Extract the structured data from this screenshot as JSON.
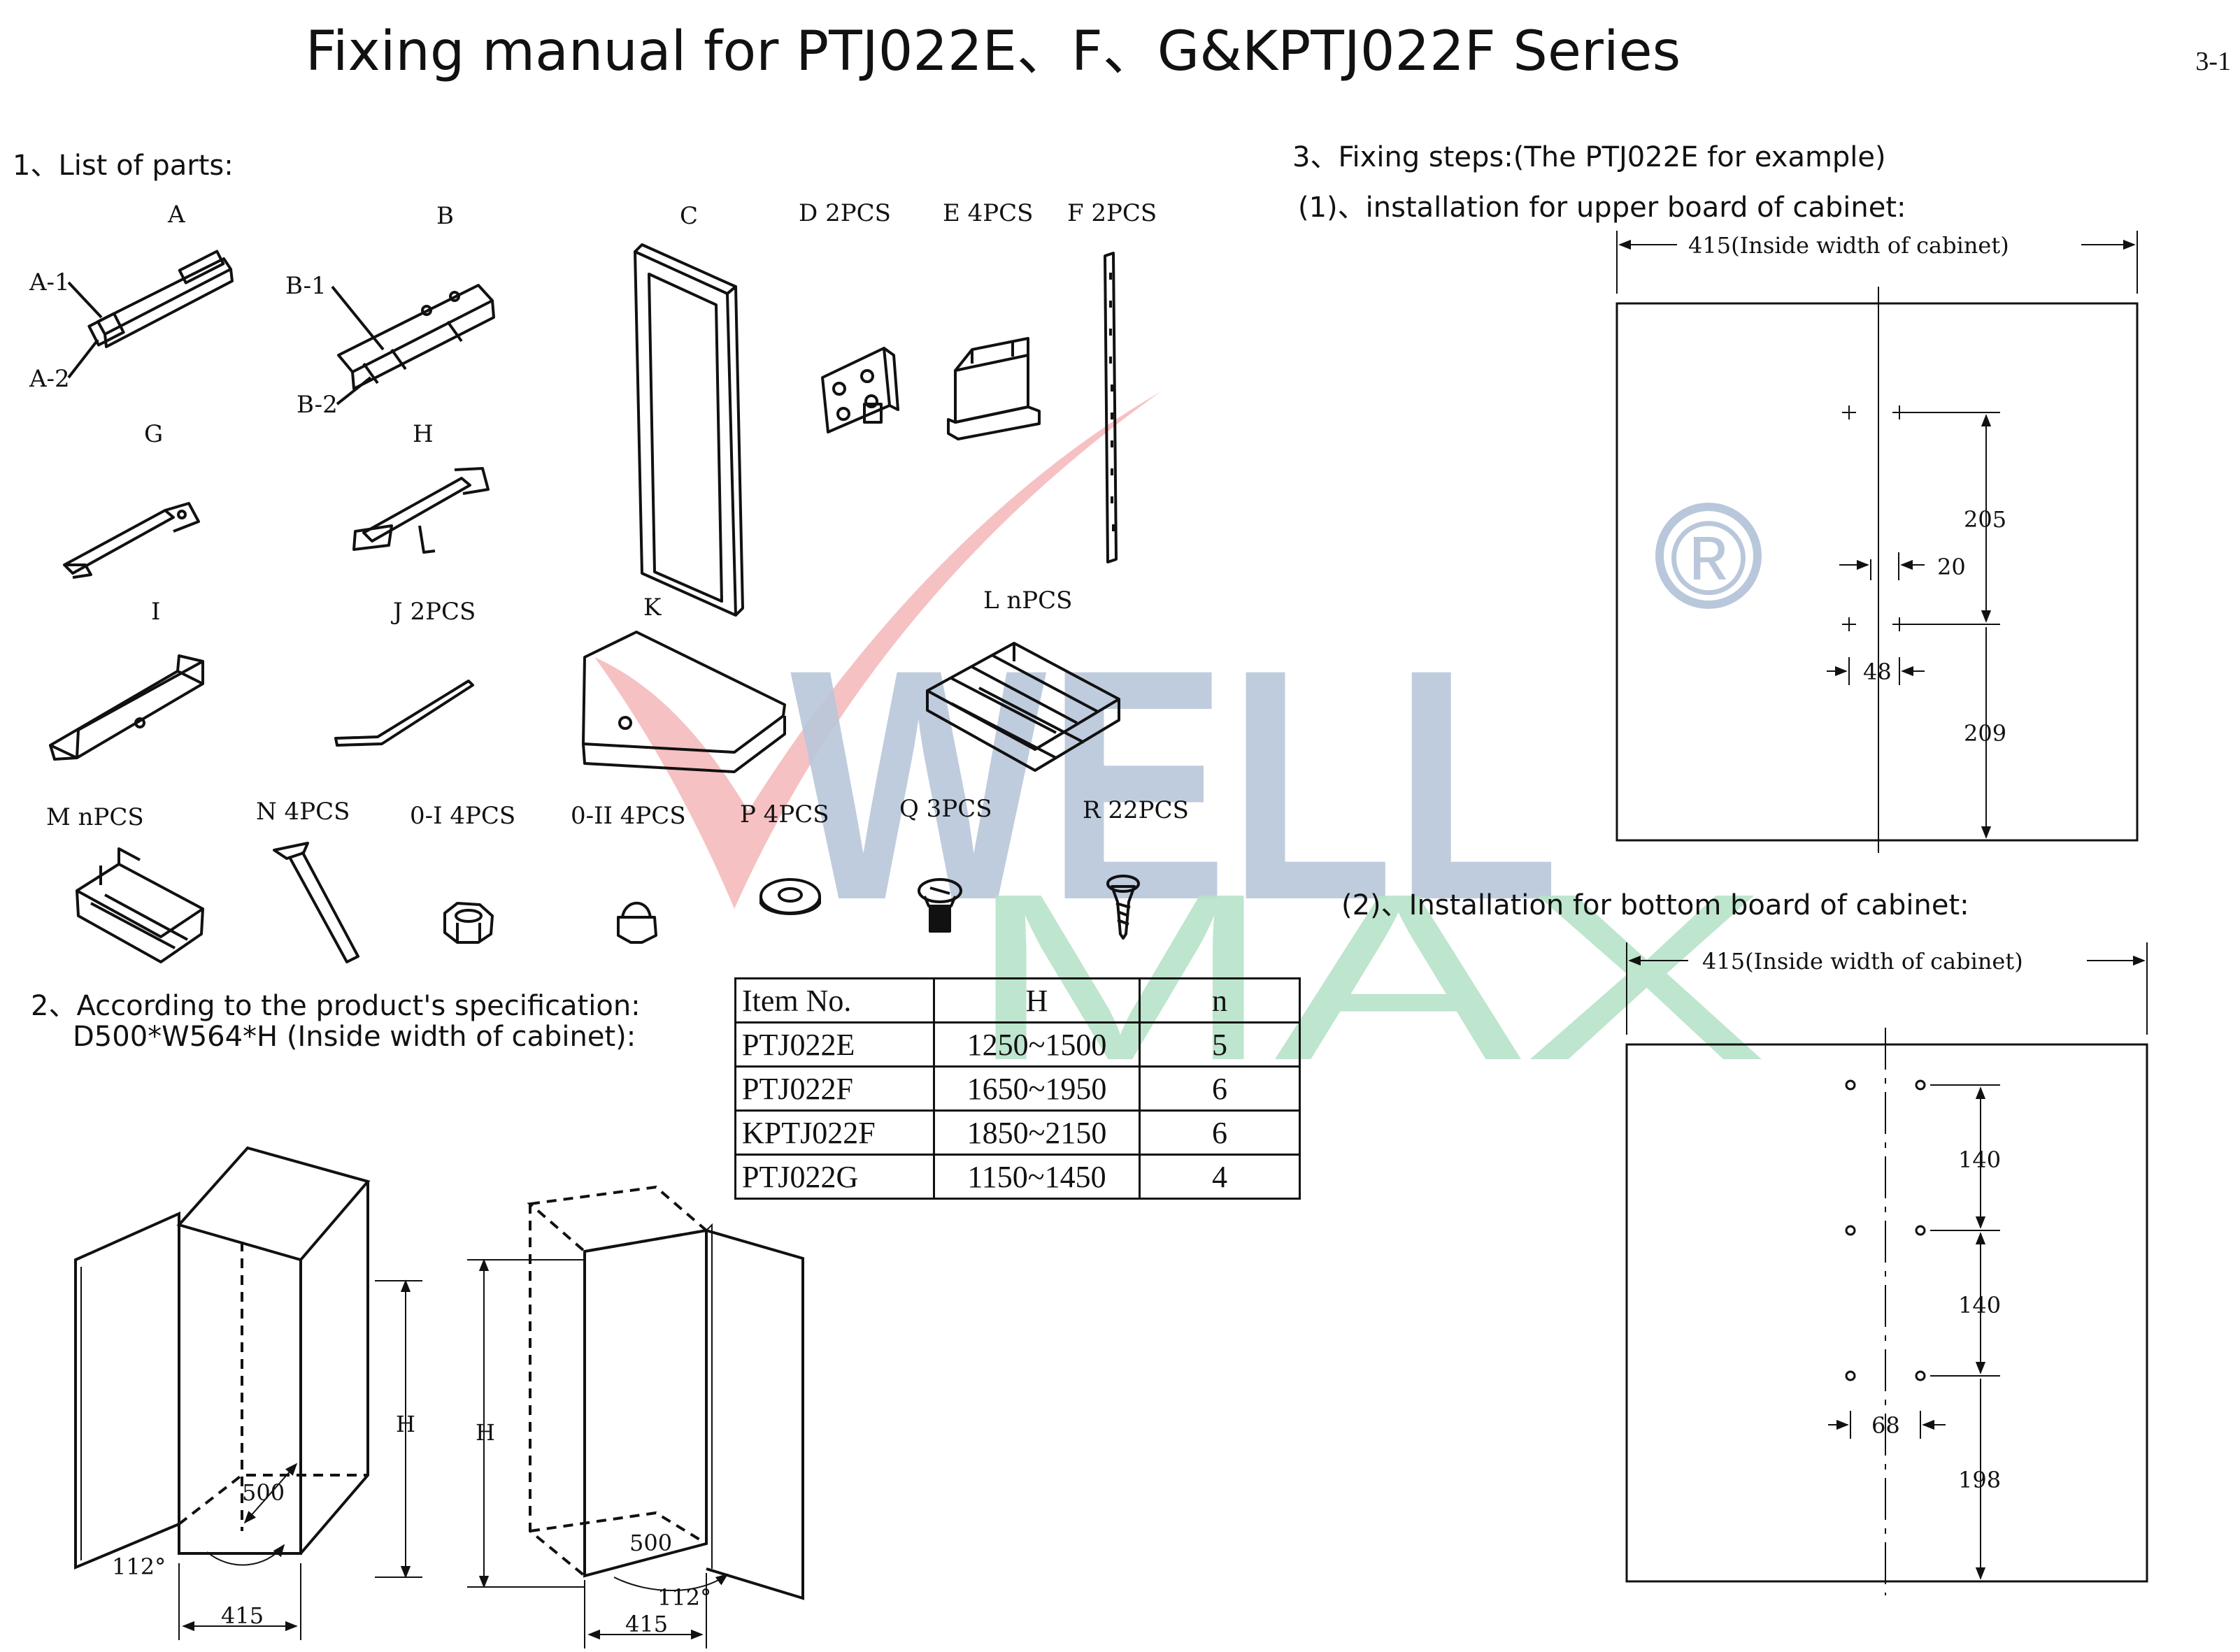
{
  "title": "Fixing manual for PTJ022E、F、G&KPTJ022F Series",
  "page_number": "3-1",
  "watermark": {
    "word1": "WELL",
    "word2": "MAX",
    "registered_mark": "®",
    "color_blue": "#b9c7db",
    "color_green": "#b7e3c8",
    "color_pink": "#f5b6b9"
  },
  "section1": {
    "heading": "1、List of parts:",
    "parts": {
      "A": "A",
      "A1": "A-1",
      "A2": "A-2",
      "B": "B",
      "B1": "B-1",
      "B2": "B-2",
      "C": "C",
      "D": "D 2PCS",
      "E": "E 4PCS",
      "F": "F 2PCS",
      "G": "G",
      "H": "H",
      "I": "I",
      "J": "J 2PCS",
      "K": "K",
      "L": "L nPCS",
      "M": "M nPCS",
      "N": "N 4PCS",
      "OI": "0-I 4PCS",
      "OII": "0-II 4PCS",
      "P": "P 4PCS",
      "Q": "Q 3PCS",
      "R": "R 22PCS"
    }
  },
  "section2": {
    "heading_line1": "2、According to the product's specification:",
    "heading_line2": "D500*W564*H (Inside width of cabinet):",
    "dims": {
      "width": "415",
      "depth": "500",
      "angle": "112°",
      "height": "H"
    }
  },
  "spec_table": {
    "headers": [
      "Item No.",
      "H",
      "n"
    ],
    "rows": [
      [
        "PTJ022E",
        "1250~1500",
        "5"
      ],
      [
        "PTJ022F",
        "1650~1950",
        "6"
      ],
      [
        "KPTJ022F",
        "1850~2150",
        "6"
      ],
      [
        "PTJ022G",
        "1150~1450",
        "4"
      ]
    ]
  },
  "section3": {
    "heading": "3、Fixing steps:(The PTJ022E for example)",
    "step1": {
      "heading": "(1)、installation for upper board of cabinet:",
      "width_label": "415(Inside width of cabinet)",
      "dim_a": "205",
      "dim_b": "20",
      "dim_c": "48",
      "dim_d": "209"
    },
    "step2": {
      "heading": "(2)、Installation for bottom board of cabinet:",
      "width_label": "415(Inside width of cabinet)",
      "dim_a": "140",
      "dim_b": "140",
      "dim_c": "68",
      "dim_d": "198"
    }
  }
}
